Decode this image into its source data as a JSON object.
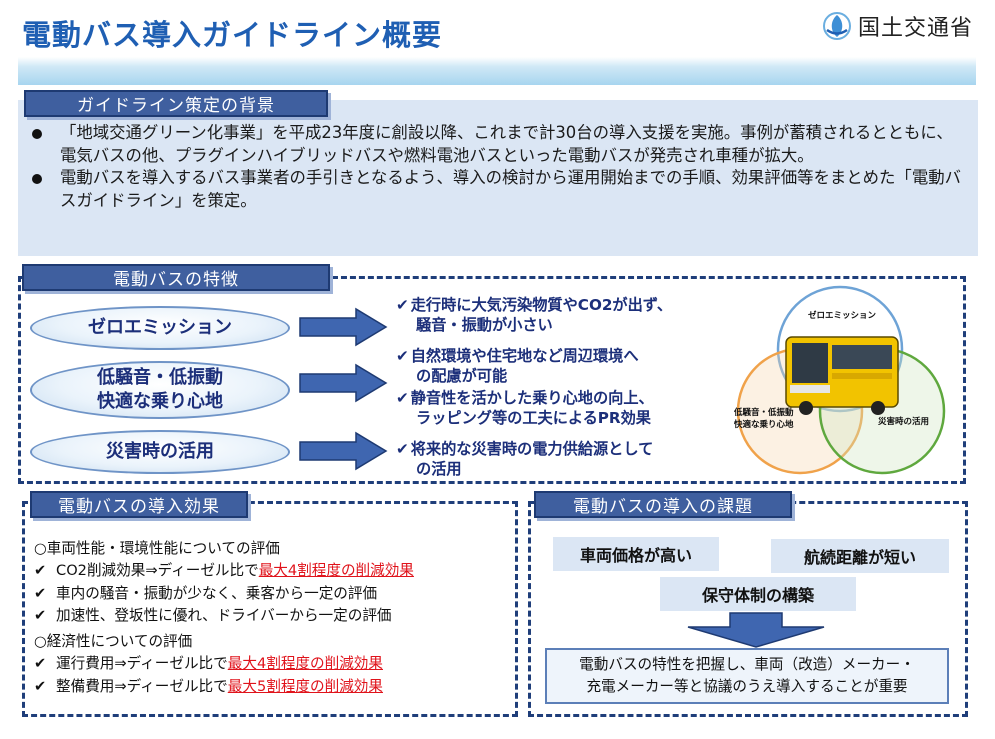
{
  "header": {
    "title": "電動バス導入ガイドライン概要",
    "org": "国土交通省"
  },
  "background": {
    "heading": "ガイドライン策定の背景",
    "bullets": [
      "「地域交通グリーン化事業」を平成23年度に創設以降、これまで計30台の導入支援を実施。事例が蓄積されるとともに、電気バスの他、プラグインハイブリッドバスや燃料電池バスといった電動バスが発売され車種が拡大。",
      "電動バスを導入するバス事業者の手引きとなるよう、導入の検討から運用開始までの手順、効果評価等をまとめた「電動バスガイドライン」を策定。"
    ]
  },
  "features": {
    "heading": "電動バスの特徴",
    "items": [
      {
        "label": "ゼロエミッション"
      },
      {
        "label_line1": "低騒音・低振動",
        "label_line2": "快適な乗り心地"
      },
      {
        "label": "災害時の活用"
      }
    ],
    "points": [
      {
        "line1": "走行時に大気汚染物質やCO2が出ず、",
        "line2": "騒音・振動が小さい"
      },
      {
        "line1": "自然環境や住宅地など周辺環境へ",
        "line2": "の配慮が可能"
      },
      {
        "line1": "静音性を活かした乗り心地の向上、",
        "line2": "ラッピング等の工夫によるPR効果"
      },
      {
        "line1": "将来的な災害時の電力供給源として",
        "line2": "の活用"
      }
    ],
    "check_mark": "✔",
    "diagram": {
      "top_label": "ゼロエミッション",
      "left_label_line1": "低騒音・低振動",
      "left_label_line2": "快適な乗り心地",
      "right_label": "災害時の活用"
    }
  },
  "effects": {
    "heading": "電動バスの導入効果",
    "sections": [
      {
        "title": "○車両性能・環境性能についての評価",
        "rows": [
          {
            "text": "CO2削減効果⇒ディーゼル比で",
            "highlight": "最大4割程度の削減効果"
          },
          {
            "text": "車内の騒音・振動が少なく、乗客から一定の評価",
            "highlight": ""
          },
          {
            "text": "加速性、登坂性に優れ、ドライバーから一定の評価",
            "highlight": ""
          }
        ]
      },
      {
        "title": "○経済性についての評価",
        "rows": [
          {
            "text": "運行費用⇒ディーゼル比で",
            "highlight": "最大4割程度の削減効果"
          },
          {
            "text": "整備費用⇒ディーゼル比で",
            "highlight": "最大5割程度の削減効果"
          }
        ]
      }
    ]
  },
  "issues": {
    "heading": "電動バスの導入の課題",
    "items": [
      "車両価格が高い",
      "航続距離が短い",
      "保守体制の構築"
    ],
    "note_line1": "電動バスの特性を把握し、車両（改造）メーカー・",
    "note_line2": "充電メーカー等と協議のうえ導入することが重要"
  },
  "colors": {
    "title_blue": "#1f5fb3",
    "header_fill": "#3f5f9f",
    "text_navy": "#1c2f7a",
    "highlight_red": "#e0131b",
    "bus_yellow": "#f2c300",
    "venn_blue": "#6ea3d6",
    "venn_orange": "#f0a24a",
    "venn_green": "#5fa83e"
  }
}
